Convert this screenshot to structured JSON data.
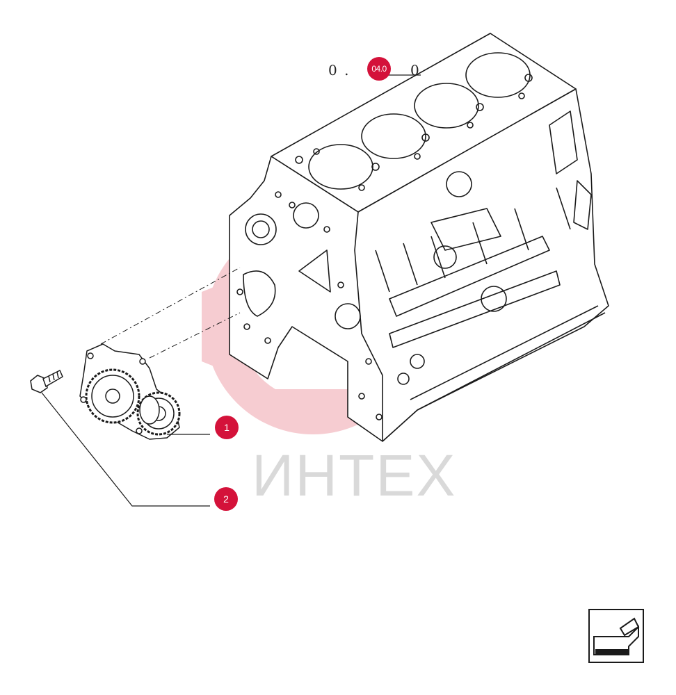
{
  "diagram": {
    "reference": {
      "prefix": "0 .",
      "badge": "04.0",
      "suffix": "0"
    },
    "callouts": [
      {
        "label": "1"
      },
      {
        "label": "2"
      }
    ],
    "watermark": "ИНТЕХ",
    "colors": {
      "accent": "#d4123a",
      "line": "#1a1a1a",
      "watermark": "#e8a0a8"
    },
    "icons": {
      "nav": "back-arrow-icon"
    }
  }
}
